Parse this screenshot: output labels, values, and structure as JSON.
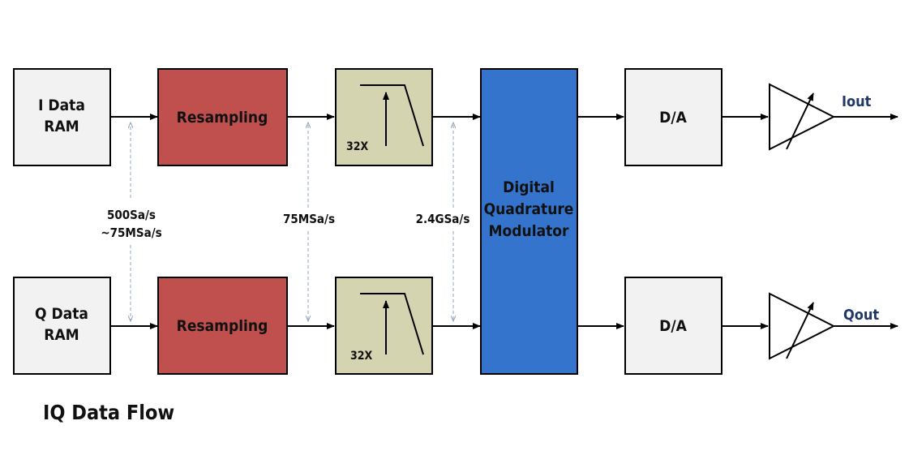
{
  "title": "IQ Data Flow",
  "colors": {
    "ram_fill": "#f2f2f2",
    "resampling_fill": "#c0504d",
    "filter_fill": "#d4d4b0",
    "modulator_fill": "#3474cc",
    "da_fill": "#f2f2f2",
    "output_label": "#1f3864",
    "dashed_marker": "#8fa3b8"
  },
  "i_path": {
    "ram_line1": "I Data",
    "ram_line2": "RAM",
    "resampling": "Resampling",
    "filter_factor": "32X",
    "da": "D/A",
    "output": "Iout"
  },
  "q_path": {
    "ram_line1": "Q Data",
    "ram_line2": "RAM",
    "resampling": "Resampling",
    "filter_factor": "32X",
    "da": "D/A",
    "output": "Qout"
  },
  "modulator": {
    "line1": "Digital",
    "line2": "Quadrature",
    "line3": "Modulator"
  },
  "rates": {
    "ram_out_line1": "500Sa/s",
    "ram_out_line2": "~75MSa/s",
    "resampling_out": "75MSa/s",
    "filter_out": "2.4GSa/s"
  }
}
